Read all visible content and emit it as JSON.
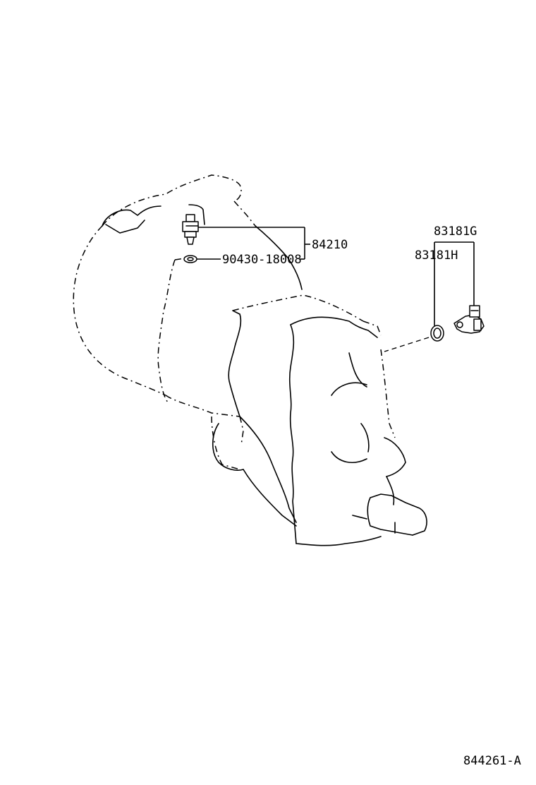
{
  "labels": {
    "speed_sensor_group": "84210",
    "gasket": "90430-18008",
    "sensor_g": "83181G",
    "sensor_h": "83181H"
  },
  "figure_code": "844261-A"
}
